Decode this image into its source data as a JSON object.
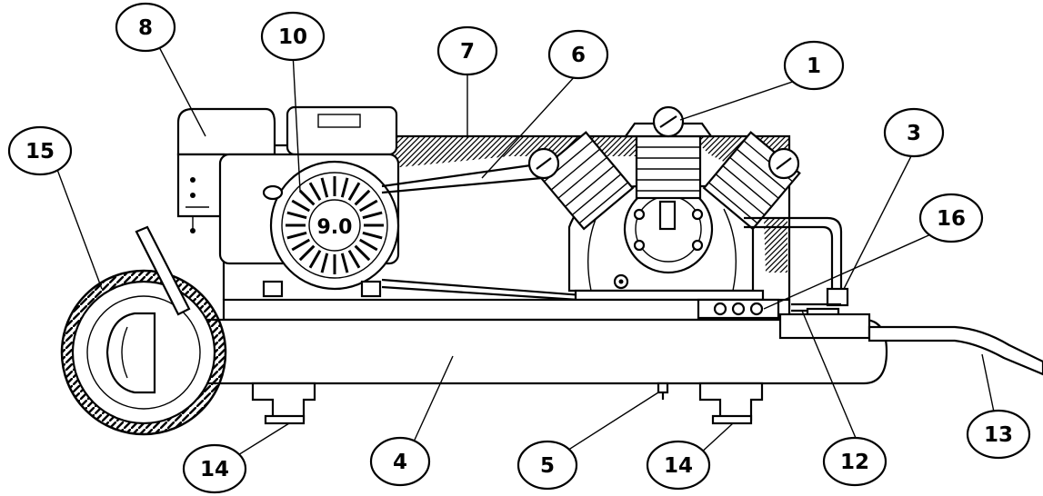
{
  "diagram": {
    "engine_badge": "9.0",
    "callouts": [
      {
        "id": "c1",
        "label": "1",
        "part": "pressure-gauge"
      },
      {
        "id": "c3",
        "label": "3",
        "part": "discharge-tube"
      },
      {
        "id": "c4",
        "label": "4",
        "part": "air-tank"
      },
      {
        "id": "c5",
        "label": "5",
        "part": "drain-valve"
      },
      {
        "id": "c6",
        "label": "6",
        "part": "drive-belt"
      },
      {
        "id": "c7",
        "label": "7",
        "part": "belt-guard"
      },
      {
        "id": "c8",
        "label": "8",
        "part": "fuel-tank"
      },
      {
        "id": "c10",
        "label": "10",
        "part": "engine"
      },
      {
        "id": "c12",
        "label": "12",
        "part": "check-valve"
      },
      {
        "id": "c13",
        "label": "13",
        "part": "handle"
      },
      {
        "id": "c14a",
        "label": "14",
        "part": "foot-rear"
      },
      {
        "id": "c14b",
        "label": "14",
        "part": "foot-front"
      },
      {
        "id": "c15",
        "label": "15",
        "part": "wheel"
      },
      {
        "id": "c16",
        "label": "16",
        "part": "quick-couplers"
      }
    ]
  }
}
